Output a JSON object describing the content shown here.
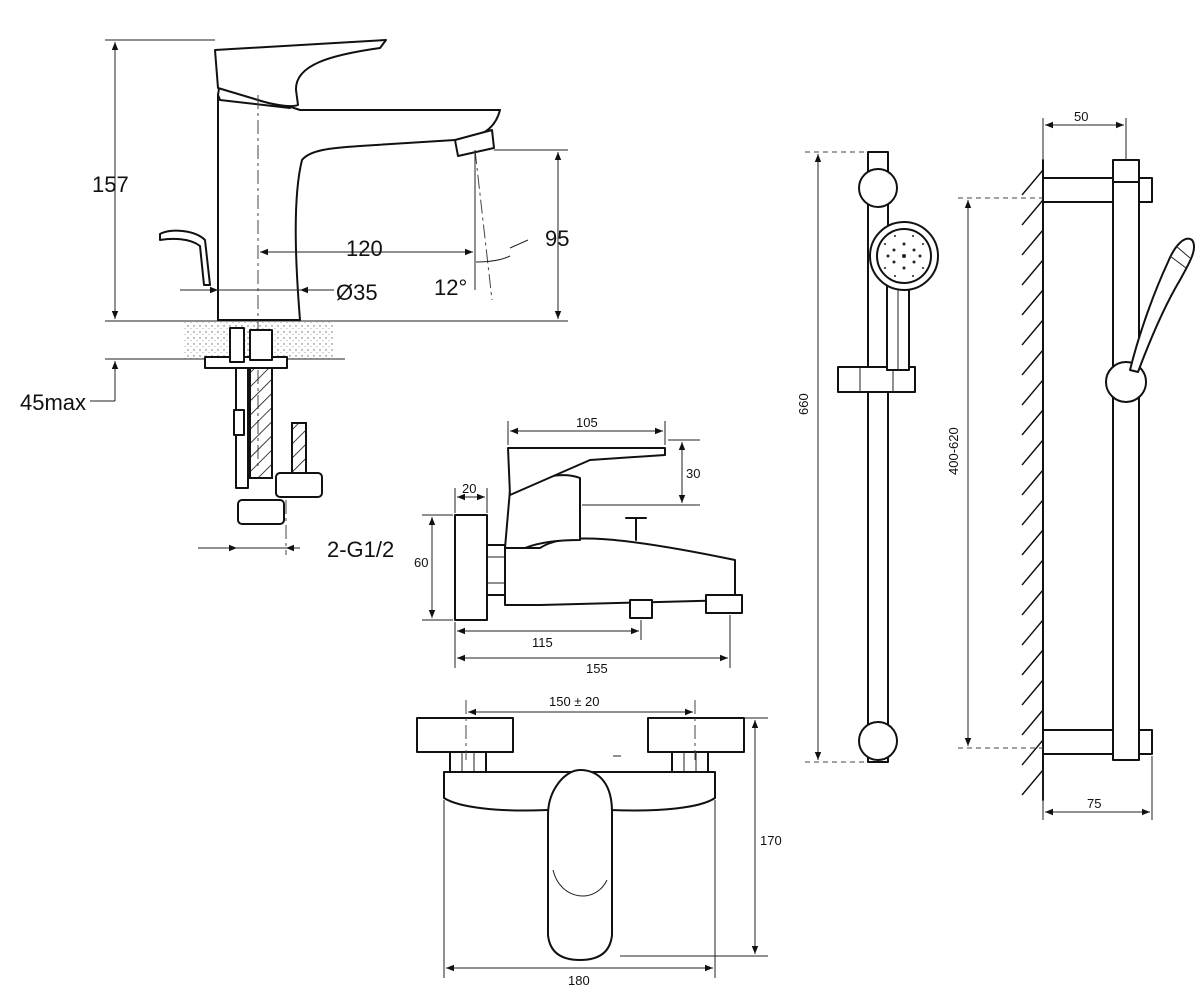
{
  "colors": {
    "line": "#111111",
    "background": "#ffffff",
    "counter": "#c8c8c8"
  },
  "basin_mixer": {
    "height": "157",
    "spout_reach": "120",
    "base_diameter": "Ø35",
    "spout_height": "95",
    "spout_angle": "12°",
    "max_thickness": "45max",
    "connections": "2-G1/2"
  },
  "bath_mixer_side": {
    "lever_length": "105",
    "lever_height": "30",
    "wall_flange_thickness": "20",
    "body_height": "60",
    "outlet_distance": "115",
    "overall_depth": "155"
  },
  "bath_mixer_front": {
    "centers": "150 ± 20",
    "height": "170",
    "width": "180"
  },
  "shower_rail": {
    "total_length": "660",
    "mount_distance": "400-620",
    "top_projection": "50",
    "bottom_projection": "75"
  }
}
